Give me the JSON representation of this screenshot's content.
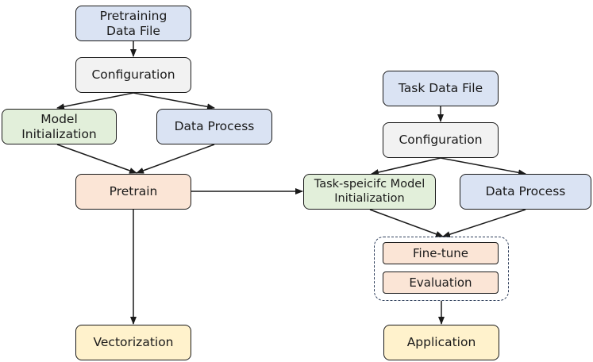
{
  "nodes": {
    "pretraining_data_file": "Pretraining\nData File",
    "configuration_left": "Configuration",
    "model_initialization": "Model\nInitialization",
    "data_process_left": "Data Process",
    "pretrain": "Pretrain",
    "vectorization": "Vectorization",
    "task_data_file": "Task Data File",
    "configuration_right": "Configuration",
    "task_specific_model_initialization": "Task-speicifc Model\nInitialization",
    "data_process_right": "Data Process",
    "fine_tune": "Fine-tune",
    "evaluation": "Evaluation",
    "application": "Application"
  },
  "colors": {
    "blue": "#dae3f3",
    "gray": "#f2f2f2",
    "green": "#e2efda",
    "salmon": "#fbe5d6",
    "yellow": "#fff2cc",
    "border": "#1a1a1a",
    "group_border": "#2f3f5c"
  }
}
